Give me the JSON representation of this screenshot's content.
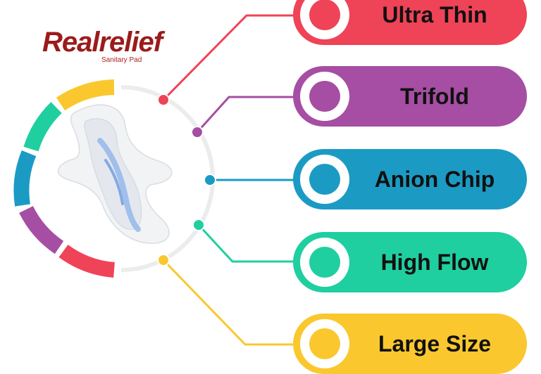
{
  "brand": {
    "name": "Realrelief",
    "tagline": "Sanitary Pad"
  },
  "features": [
    {
      "label": "Ultra Thin",
      "color": "#ef4357"
    },
    {
      "label": "Trifold",
      "color": "#a54ea3"
    },
    {
      "label": "Anion Chip",
      "color": "#1b9bc4"
    },
    {
      "label": "High Flow",
      "color": "#1fcf9f"
    },
    {
      "label": "Large Size",
      "color": "#fac82e"
    }
  ]
}
